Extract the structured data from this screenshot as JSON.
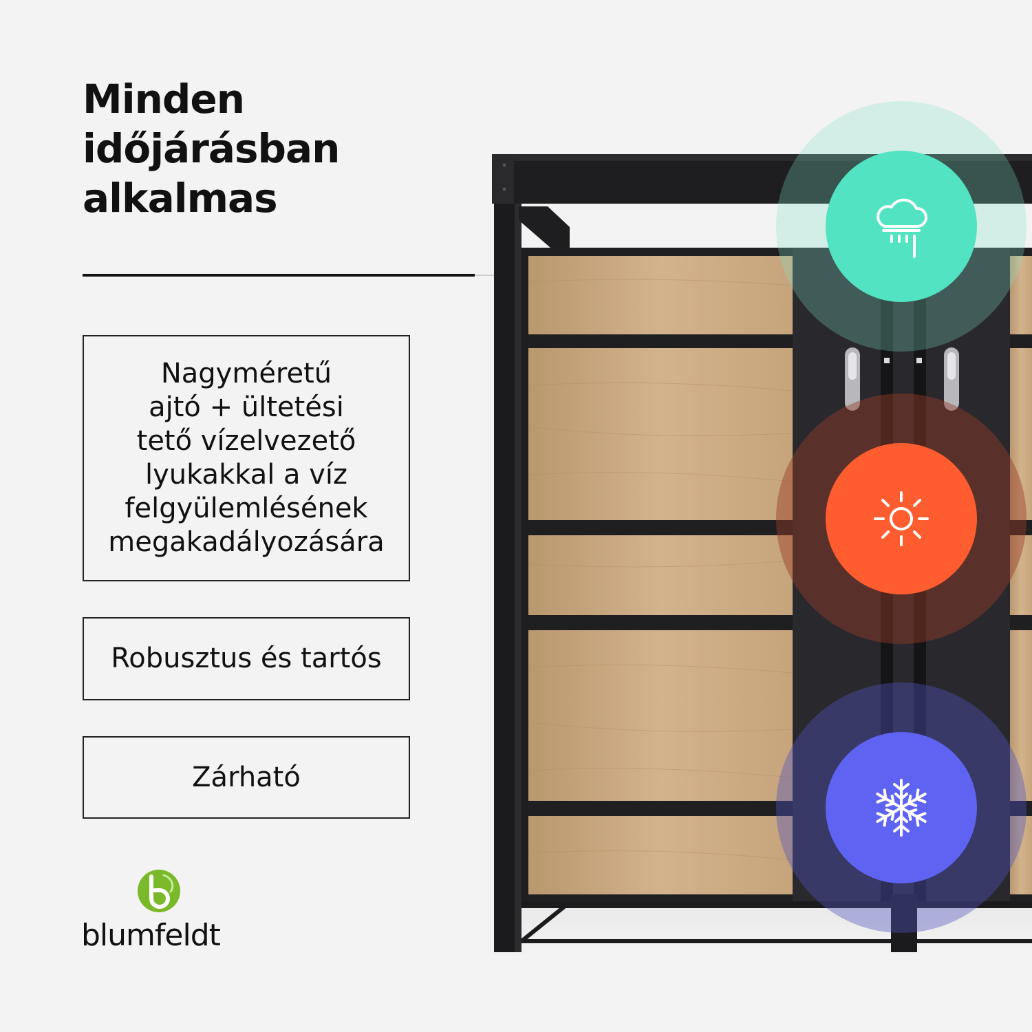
{
  "headline": {
    "lines": [
      "Minden",
      "időjárásban",
      "alkalmas"
    ]
  },
  "features": [
    {
      "lines": [
        "Nagyméretű",
        "ajtó + ültetési",
        "tető vízelvezető",
        "lyukakkal a víz",
        "felgyülemlésének",
        "megakadályozására"
      ]
    },
    {
      "label": "Robusztus és tartós"
    },
    {
      "label": "Zárható"
    }
  ],
  "brand": {
    "name": "blumfeldt",
    "logo_icon": "blumfeldt-b-leaf-icon",
    "logo_color": "#7ab929"
  },
  "weather_badges": [
    {
      "icon": "cloud-rain-icon",
      "color": "#52e3c2",
      "halo": "#cfeee6"
    },
    {
      "icon": "sun-icon",
      "color": "#ff5d2f",
      "halo": "#6a3a30"
    },
    {
      "icon": "snowflake-icon",
      "color": "#5f63f2",
      "halo": "#3d3f8a"
    }
  ],
  "product": {
    "panel_color": "#c8a883",
    "frame_color": "#1e1e20"
  }
}
